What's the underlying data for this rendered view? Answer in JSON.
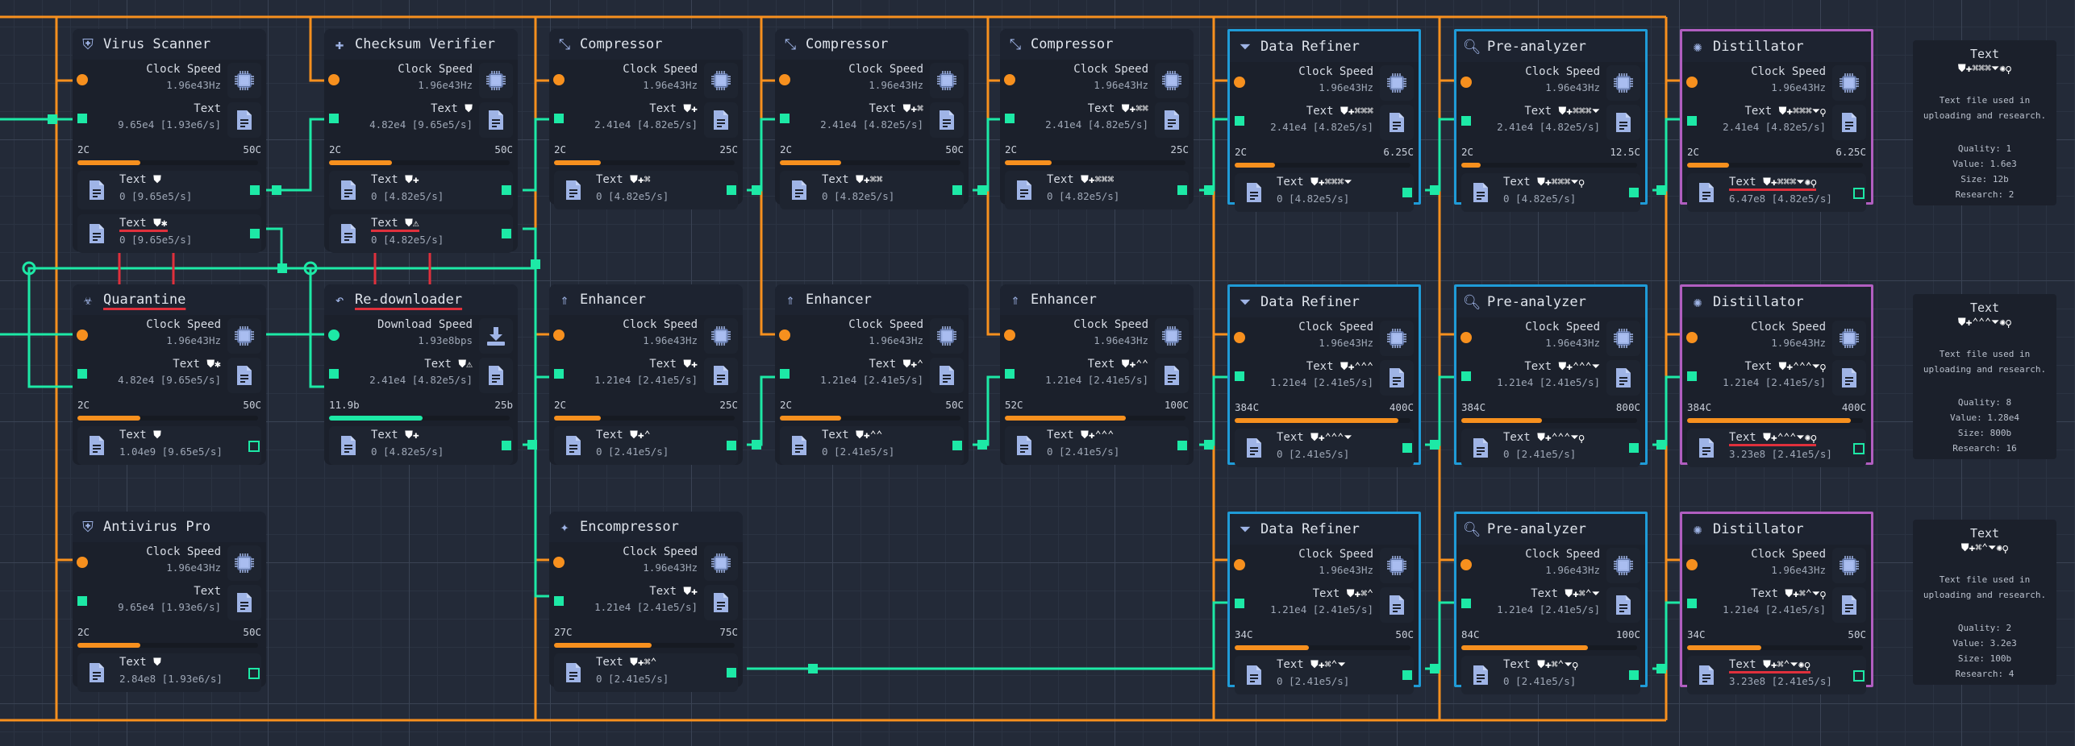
{
  "colors": {
    "orange": "#f7901e",
    "green": "#1de9a6",
    "blue_border": "#1f9bd7",
    "purple_border": "#b15ec0",
    "error_underline": "#e0303c",
    "icon": "#9fb4e6"
  },
  "cards": [
    {
      "id": "virus-scanner",
      "title": "Virus Scanner",
      "icon": "shield-virus-icon",
      "icon_glyph": "⛨",
      "border": "none",
      "title_error": false,
      "in1": {
        "label": "Clock Speed",
        "value": "1.96e43Hz",
        "port": "dot-orange",
        "icon": "cpu-icon"
      },
      "in2": {
        "label": "Text",
        "tags": "",
        "value": "9.65e4 [1.93e6/s]",
        "icon": "file-text-icon"
      },
      "range": {
        "lo": "2C",
        "hi": "50C",
        "fill": 0.35,
        "color": "orange"
      },
      "outputs": [
        {
          "label": "Text",
          "tags": "⛊",
          "value": "0 [9.65e5/s]",
          "error": false,
          "port": "filled"
        },
        {
          "label": "Text",
          "tags": "⛊✱",
          "value": "0 [9.65e5/s]",
          "error": true,
          "port": "filled"
        }
      ]
    },
    {
      "id": "checksum-verifier",
      "title": "Checksum Verifier",
      "icon": "puzzle-icon",
      "icon_glyph": "✚",
      "border": "none",
      "title_error": false,
      "in1": {
        "label": "Clock Speed",
        "value": "1.96e43Hz",
        "port": "dot-orange",
        "icon": "cpu-icon"
      },
      "in2": {
        "label": "Text",
        "tags": "⛊",
        "value": "4.82e4 [9.65e5/s]",
        "icon": "file-text-icon"
      },
      "range": {
        "lo": "2C",
        "hi": "50C",
        "fill": 0.35,
        "color": "orange"
      },
      "outputs": [
        {
          "label": "Text",
          "tags": "⛊✚",
          "value": "0 [4.82e5/s]",
          "error": false,
          "port": "filled"
        },
        {
          "label": "Text",
          "tags": "⛊⚠",
          "value": "0 [4.82e5/s]",
          "error": true,
          "port": "filled"
        }
      ]
    },
    {
      "id": "compressor-1",
      "title": "Compressor",
      "icon": "compress-icon",
      "icon_glyph": "⤡",
      "border": "none",
      "title_error": false,
      "in1": {
        "label": "Clock Speed",
        "value": "1.96e43Hz",
        "port": "dot-orange",
        "icon": "cpu-icon"
      },
      "in2": {
        "label": "Text",
        "tags": "⛊✚",
        "value": "2.41e4 [4.82e5/s]",
        "icon": "file-text-icon"
      },
      "range": {
        "lo": "2C",
        "hi": "25C",
        "fill": 0.26,
        "color": "orange"
      },
      "outputs": [
        {
          "label": "Text",
          "tags": "⛊✚⌘",
          "value": "0 [4.82e5/s]",
          "error": false,
          "port": "filled"
        }
      ]
    },
    {
      "id": "compressor-2",
      "title": "Compressor",
      "icon": "compress-icon",
      "icon_glyph": "⤡",
      "border": "none",
      "title_error": false,
      "in1": {
        "label": "Clock Speed",
        "value": "1.96e43Hz",
        "port": "dot-orange",
        "icon": "cpu-icon"
      },
      "in2": {
        "label": "Text",
        "tags": "⛊✚⌘",
        "value": "2.41e4 [4.82e5/s]",
        "icon": "file-text-icon"
      },
      "range": {
        "lo": "2C",
        "hi": "50C",
        "fill": 0.34,
        "color": "orange"
      },
      "outputs": [
        {
          "label": "Text",
          "tags": "⛊✚⌘⌘",
          "value": "0 [4.82e5/s]",
          "error": false,
          "port": "filled"
        }
      ]
    },
    {
      "id": "compressor-3",
      "title": "Compressor",
      "icon": "compress-icon",
      "icon_glyph": "⤡",
      "border": "none",
      "title_error": false,
      "in1": {
        "label": "Clock Speed",
        "value": "1.96e43Hz",
        "port": "dot-orange",
        "icon": "cpu-icon"
      },
      "in2": {
        "label": "Text",
        "tags": "⛊✚⌘⌘",
        "value": "2.41e4 [4.82e5/s]",
        "icon": "file-text-icon"
      },
      "range": {
        "lo": "2C",
        "hi": "25C",
        "fill": 0.26,
        "color": "orange"
      },
      "outputs": [
        {
          "label": "Text",
          "tags": "⛊✚⌘⌘⌘",
          "value": "0 [4.82e5/s]",
          "error": false,
          "port": "filled"
        }
      ]
    },
    {
      "id": "data-refiner-1",
      "title": "Data Refiner",
      "icon": "funnel-icon",
      "icon_glyph": "⏷",
      "border": "blue",
      "title_error": false,
      "in1": {
        "label": "Clock Speed",
        "value": "1.96e43Hz",
        "port": "dot-orange",
        "icon": "cpu-icon"
      },
      "in2": {
        "label": "Text",
        "tags": "⛊✚⌘⌘⌘",
        "value": "2.41e4 [4.82e5/s]",
        "icon": "file-text-icon"
      },
      "range": {
        "lo": "2C",
        "hi": "6.25C",
        "fill": 0.23,
        "color": "orange"
      },
      "outputs": [
        {
          "label": "Text",
          "tags": "⛊✚⌘⌘⌘⏷",
          "value": "0 [4.82e5/s]",
          "error": false,
          "port": "filled"
        }
      ]
    },
    {
      "id": "pre-analyzer-1",
      "title": "Pre-analyzer",
      "icon": "magnifier-icon",
      "icon_glyph": "🔍︎",
      "border": "blue",
      "title_error": false,
      "in1": {
        "label": "Clock Speed",
        "value": "1.96e43Hz",
        "port": "dot-orange",
        "icon": "cpu-icon"
      },
      "in2": {
        "label": "Text",
        "tags": "⛊✚⌘⌘⌘⏷",
        "value": "2.41e4 [4.82e5/s]",
        "icon": "file-text-icon"
      },
      "range": {
        "lo": "2C",
        "hi": "12.5C",
        "fill": 0.11,
        "color": "orange"
      },
      "outputs": [
        {
          "label": "Text",
          "tags": "⛊✚⌘⌘⌘⏷⚲",
          "value": "0 [4.82e5/s]",
          "error": false,
          "port": "filled"
        }
      ]
    },
    {
      "id": "distillator-1",
      "title": "Distillator",
      "icon": "distill-icon",
      "icon_glyph": "✺",
      "border": "purple",
      "title_error": false,
      "in1": {
        "label": "Clock Speed",
        "value": "1.96e43Hz",
        "port": "dot-orange",
        "icon": "cpu-icon"
      },
      "in2": {
        "label": "Text",
        "tags": "⛊✚⌘⌘⌘⏷⚲",
        "value": "2.41e4 [4.82e5/s]",
        "icon": "file-text-icon"
      },
      "range": {
        "lo": "2C",
        "hi": "6.25C",
        "fill": 0.24,
        "color": "orange"
      },
      "outputs": [
        {
          "label": "Text",
          "tags": "⛊✚⌘⌘⌘⏷✺⚲",
          "value": "6.47e8 [4.82e5/s]",
          "error": true,
          "port": "hollow"
        }
      ]
    },
    {
      "id": "quarantine",
      "title": "Quarantine",
      "icon": "biohazard-icon",
      "icon_glyph": "☣",
      "border": "none",
      "title_error": true,
      "in1": {
        "label": "Clock Speed",
        "value": "1.96e43Hz",
        "port": "dot-orange",
        "icon": "cpu-icon"
      },
      "in2": {
        "label": "Text",
        "tags": "⛊✱",
        "value": "4.82e4 [9.65e5/s]",
        "icon": "file-text-icon"
      },
      "range": {
        "lo": "2C",
        "hi": "50C",
        "fill": 0.35,
        "color": "orange"
      },
      "outputs": [
        {
          "label": "Text",
          "tags": "⛊",
          "value": "1.04e9 [9.65e5/s]",
          "error": false,
          "port": "hollow"
        }
      ]
    },
    {
      "id": "re-downloader",
      "title": "Re-downloader",
      "icon": "undo-arrow-icon",
      "icon_glyph": "↶",
      "border": "none",
      "title_error": true,
      "in1": {
        "label": "Download Speed",
        "value": "1.93e8bps",
        "port": "dot-green",
        "icon": "download-icon"
      },
      "in2": {
        "label": "Text",
        "tags": "⛊⚠",
        "value": "2.41e4 [4.82e5/s]",
        "icon": "file-text-icon"
      },
      "range": {
        "lo": "11.9b",
        "hi": "25b",
        "fill": 0.52,
        "color": "green"
      },
      "outputs": [
        {
          "label": "Text",
          "tags": "⛊✚",
          "value": "0 [4.82e5/s]",
          "error": false,
          "port": "filled"
        }
      ]
    },
    {
      "id": "enhancer-1",
      "title": "Enhancer",
      "icon": "chevrons-up-icon",
      "icon_glyph": "⇑",
      "border": "none",
      "title_error": false,
      "in1": {
        "label": "Clock Speed",
        "value": "1.96e43Hz",
        "port": "dot-orange",
        "icon": "cpu-icon"
      },
      "in2": {
        "label": "Text",
        "tags": "⛊✚",
        "value": "1.21e4 [2.41e5/s]",
        "icon": "file-text-icon"
      },
      "range": {
        "lo": "2C",
        "hi": "25C",
        "fill": 0.26,
        "color": "orange"
      },
      "outputs": [
        {
          "label": "Text",
          "tags": "⛊✚⌃",
          "value": "0 [2.41e5/s]",
          "error": false,
          "port": "filled"
        }
      ]
    },
    {
      "id": "enhancer-2",
      "title": "Enhancer",
      "icon": "chevrons-up-icon",
      "icon_glyph": "⇑",
      "border": "none",
      "title_error": false,
      "in1": {
        "label": "Clock Speed",
        "value": "1.96e43Hz",
        "port": "dot-orange",
        "icon": "cpu-icon"
      },
      "in2": {
        "label": "Text",
        "tags": "⛊✚⌃",
        "value": "1.21e4 [2.41e5/s]",
        "icon": "file-text-icon"
      },
      "range": {
        "lo": "2C",
        "hi": "50C",
        "fill": 0.34,
        "color": "orange"
      },
      "outputs": [
        {
          "label": "Text",
          "tags": "⛊✚⌃⌃",
          "value": "0 [2.41e5/s]",
          "error": false,
          "port": "filled"
        }
      ]
    },
    {
      "id": "enhancer-3",
      "title": "Enhancer",
      "icon": "chevrons-up-icon",
      "icon_glyph": "⇑",
      "border": "none",
      "title_error": false,
      "in1": {
        "label": "Clock Speed",
        "value": "1.96e43Hz",
        "port": "dot-orange",
        "icon": "cpu-icon"
      },
      "in2": {
        "label": "Text",
        "tags": "⛊✚⌃⌃",
        "value": "1.21e4 [2.41e5/s]",
        "icon": "file-text-icon"
      },
      "range": {
        "lo": "52C",
        "hi": "100C",
        "fill": 0.67,
        "color": "orange"
      },
      "outputs": [
        {
          "label": "Text",
          "tags": "⛊✚⌃⌃⌃",
          "value": "0 [2.41e5/s]",
          "error": false,
          "port": "filled"
        }
      ]
    },
    {
      "id": "data-refiner-2",
      "title": "Data Refiner",
      "icon": "funnel-icon",
      "icon_glyph": "⏷",
      "border": "blue",
      "title_error": false,
      "in1": {
        "label": "Clock Speed",
        "value": "1.96e43Hz",
        "port": "dot-orange",
        "icon": "cpu-icon"
      },
      "in2": {
        "label": "Text",
        "tags": "⛊✚⌃⌃⌃",
        "value": "1.21e4 [2.41e5/s]",
        "icon": "file-text-icon"
      },
      "range": {
        "lo": "384C",
        "hi": "400C",
        "fill": 0.93,
        "color": "orange"
      },
      "outputs": [
        {
          "label": "Text",
          "tags": "⛊✚⌃⌃⌃⏷",
          "value": "0 [2.41e5/s]",
          "error": false,
          "port": "filled"
        }
      ]
    },
    {
      "id": "pre-analyzer-2",
      "title": "Pre-analyzer",
      "icon": "magnifier-icon",
      "icon_glyph": "🔍︎",
      "border": "blue",
      "title_error": false,
      "in1": {
        "label": "Clock Speed",
        "value": "1.96e43Hz",
        "port": "dot-orange",
        "icon": "cpu-icon"
      },
      "in2": {
        "label": "Text",
        "tags": "⛊✚⌃⌃⌃⏷",
        "value": "1.21e4 [2.41e5/s]",
        "icon": "file-text-icon"
      },
      "range": {
        "lo": "384C",
        "hi": "800C",
        "fill": 0.46,
        "color": "orange"
      },
      "outputs": [
        {
          "label": "Text",
          "tags": "⛊✚⌃⌃⌃⏷⚲",
          "value": "0 [2.41e5/s]",
          "error": false,
          "port": "filled"
        }
      ]
    },
    {
      "id": "distillator-2",
      "title": "Distillator",
      "icon": "distill-icon",
      "icon_glyph": "✺",
      "border": "purple",
      "title_error": false,
      "in1": {
        "label": "Clock Speed",
        "value": "1.96e43Hz",
        "port": "dot-orange",
        "icon": "cpu-icon"
      },
      "in2": {
        "label": "Text",
        "tags": "⛊✚⌃⌃⌃⏷⚲",
        "value": "1.21e4 [2.41e5/s]",
        "icon": "file-text-icon"
      },
      "range": {
        "lo": "384C",
        "hi": "400C",
        "fill": 0.93,
        "color": "orange"
      },
      "outputs": [
        {
          "label": "Text",
          "tags": "⛊✚⌃⌃⌃⏷✺⚲",
          "value": "3.23e8 [2.41e5/s]",
          "error": true,
          "port": "hollow"
        }
      ]
    },
    {
      "id": "antivirus-pro",
      "title": "Antivirus Pro",
      "icon": "shield-cross-icon",
      "icon_glyph": "⛨",
      "border": "none",
      "title_error": false,
      "in1": {
        "label": "Clock Speed",
        "value": "1.96e43Hz",
        "port": "dot-orange",
        "icon": "cpu-icon"
      },
      "in2": {
        "label": "Text",
        "tags": "",
        "value": "9.65e4 [1.93e6/s]",
        "icon": "file-text-icon"
      },
      "range": {
        "lo": "2C",
        "hi": "50C",
        "fill": 0.35,
        "color": "orange"
      },
      "outputs": [
        {
          "label": "Text",
          "tags": "⛊",
          "value": "2.84e8 [1.93e6/s]",
          "error": false,
          "port": "hollow"
        }
      ]
    },
    {
      "id": "encompressor",
      "title": "Encompressor",
      "icon": "sparkle-icon",
      "icon_glyph": "✦",
      "border": "none",
      "title_error": false,
      "in1": {
        "label": "Clock Speed",
        "value": "1.96e43Hz",
        "port": "dot-orange",
        "icon": "cpu-icon"
      },
      "in2": {
        "label": "Text",
        "tags": "⛊✚",
        "value": "1.21e4 [2.41e5/s]",
        "icon": "file-text-icon"
      },
      "range": {
        "lo": "27C",
        "hi": "75C",
        "fill": 0.54,
        "color": "orange"
      },
      "outputs": [
        {
          "label": "Text",
          "tags": "⛊✚⌘⌃",
          "value": "0 [2.41e5/s]",
          "error": false,
          "port": "filled"
        }
      ]
    },
    {
      "id": "data-refiner-3",
      "title": "Data Refiner",
      "icon": "funnel-icon",
      "icon_glyph": "⏷",
      "border": "blue",
      "title_error": false,
      "in1": {
        "label": "Clock Speed",
        "value": "1.96e43Hz",
        "port": "dot-orange",
        "icon": "cpu-icon"
      },
      "in2": {
        "label": "Text",
        "tags": "⛊✚⌘⌃",
        "value": "1.21e4 [2.41e5/s]",
        "icon": "file-text-icon"
      },
      "range": {
        "lo": "34C",
        "hi": "50C",
        "fill": 0.42,
        "color": "orange"
      },
      "outputs": [
        {
          "label": "Text",
          "tags": "⛊✚⌘⌃⏷",
          "value": "0 [2.41e5/s]",
          "error": false,
          "port": "filled"
        }
      ]
    },
    {
      "id": "pre-analyzer-3",
      "title": "Pre-analyzer",
      "icon": "magnifier-icon",
      "icon_glyph": "🔍︎",
      "border": "blue",
      "title_error": false,
      "in1": {
        "label": "Clock Speed",
        "value": "1.96e43Hz",
        "port": "dot-orange",
        "icon": "cpu-icon"
      },
      "in2": {
        "label": "Text",
        "tags": "⛊✚⌘⌃⏷",
        "value": "1.21e4 [2.41e5/s]",
        "icon": "file-text-icon"
      },
      "range": {
        "lo": "84C",
        "hi": "100C",
        "fill": 0.72,
        "color": "orange"
      },
      "outputs": [
        {
          "label": "Text",
          "tags": "⛊✚⌘⌃⏷⚲",
          "value": "0 [2.41e5/s]",
          "error": false,
          "port": "filled"
        }
      ]
    },
    {
      "id": "distillator-3",
      "title": "Distillator",
      "icon": "distill-icon",
      "icon_glyph": "✺",
      "border": "purple",
      "title_error": false,
      "in1": {
        "label": "Clock Speed",
        "value": "1.96e43Hz",
        "port": "dot-orange",
        "icon": "cpu-icon"
      },
      "in2": {
        "label": "Text",
        "tags": "⛊✚⌘⌃⏷⚲",
        "value": "1.21e4 [2.41e5/s]",
        "icon": "file-text-icon"
      },
      "range": {
        "lo": "34C",
        "hi": "50C",
        "fill": 0.42,
        "color": "orange"
      },
      "outputs": [
        {
          "label": "Text",
          "tags": "⛊✚⌘⌃⏷✺⚲",
          "value": "3.23e8 [2.41e5/s]",
          "error": true,
          "port": "hollow"
        }
      ]
    }
  ],
  "info_panels": [
    {
      "title": "Text",
      "tags": "⛊✚⌘⌘⌘⏷✺⚲",
      "description": "Text file used in uploading and research.",
      "quality": "Quality: 1",
      "value": "Value: 1.6e3",
      "size": "Size: 12b",
      "research": "Research: 2"
    },
    {
      "title": "Text",
      "tags": "⛊✚⌃⌃⌃⏷✺⚲",
      "description": "Text file used in uploading and research.",
      "quality": "Quality: 8",
      "value": "Value: 1.28e4",
      "size": "Size: 800b",
      "research": "Research: 16"
    },
    {
      "title": "Text",
      "tags": "⛊✚⌘⌃⏷✺⚲",
      "description": "Text file used in uploading and research.",
      "quality": "Quality: 2",
      "value": "Value: 3.2e3",
      "size": "Size: 100b",
      "research": "Research: 4"
    }
  ]
}
